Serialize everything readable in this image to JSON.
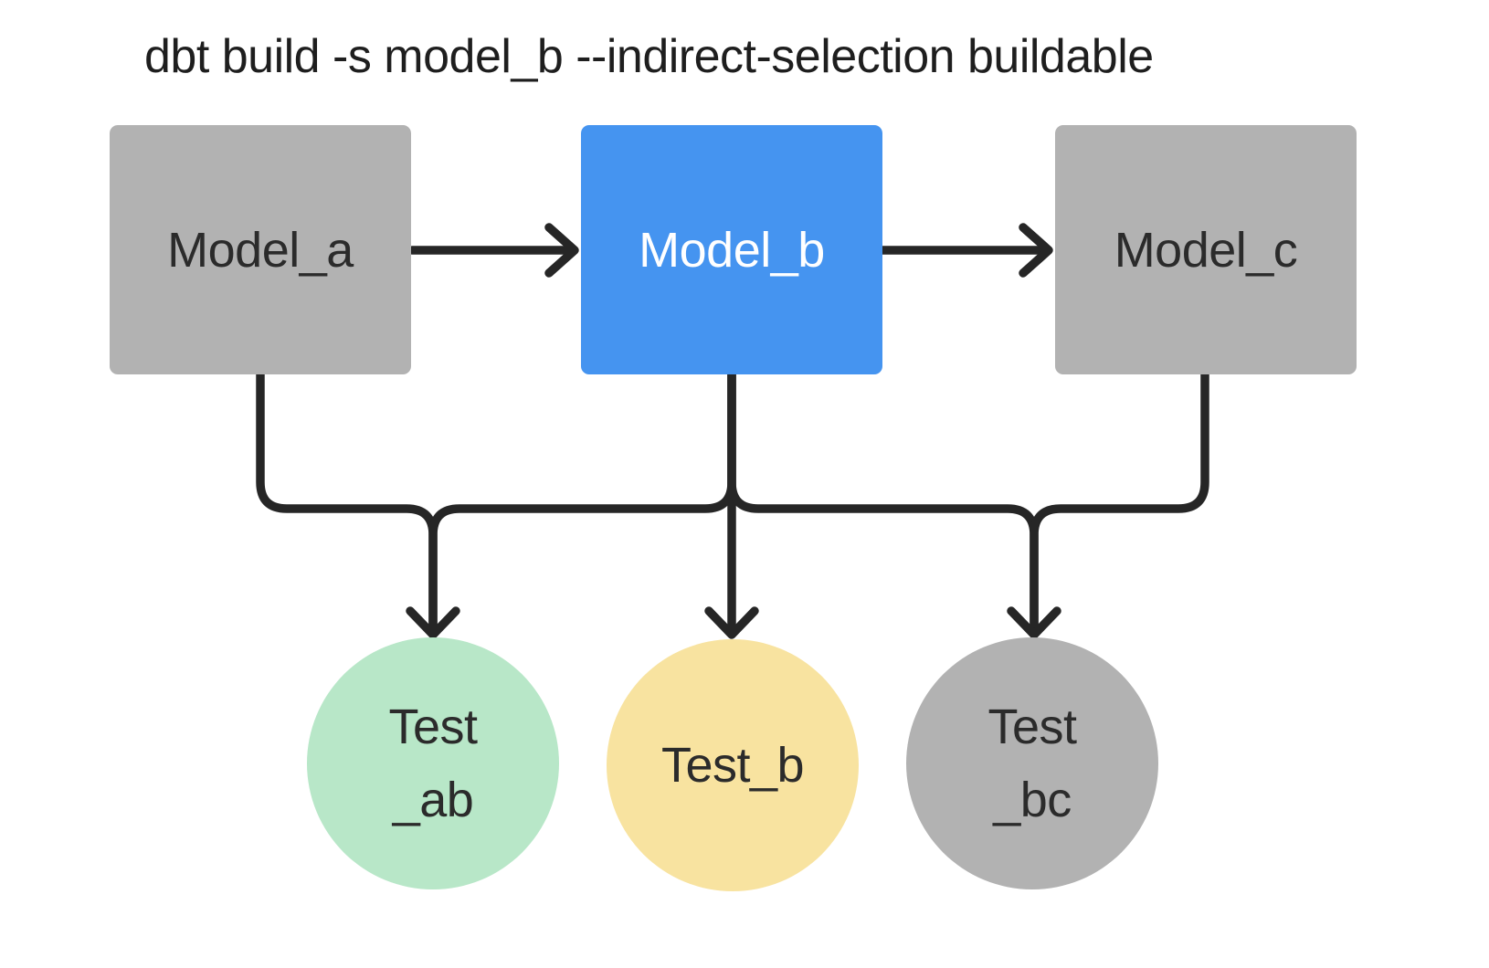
{
  "title": "dbt build -s model_b --indirect-selection buildable",
  "colors": {
    "background": "#ffffff",
    "line": "#262626",
    "gray_node": "#b2b2b2",
    "selected_blue": "#4594f0",
    "green_test": "#b8e7c8",
    "yellow_test": "#f8e3a0",
    "dark_text": "#2b2b2b",
    "light_text": "#ffffff"
  },
  "nodes": {
    "model_a": {
      "label": "Model_a",
      "shape": "rect",
      "fill": "#b2b2b2",
      "text_color": "#2b2b2b"
    },
    "model_b": {
      "label": "Model_b",
      "shape": "rect",
      "fill": "#4594f0",
      "text_color": "#ffffff"
    },
    "model_c": {
      "label": "Model_c",
      "shape": "rect",
      "fill": "#b2b2b2",
      "text_color": "#2b2b2b"
    },
    "test_ab": {
      "lines": [
        "Test",
        "_ab"
      ],
      "shape": "circle",
      "fill": "#b8e7c8",
      "text_color": "#2b2b2b"
    },
    "test_b": {
      "lines": [
        "Test_b"
      ],
      "shape": "circle",
      "fill": "#f8e3a0",
      "text_color": "#2b2b2b"
    },
    "test_bc": {
      "lines": [
        "Test",
        "_bc"
      ],
      "shape": "circle",
      "fill": "#b2b2b2",
      "text_color": "#2b2b2b"
    }
  },
  "edges": [
    "model_a -> model_b",
    "model_b -> model_c",
    "model_a -> test_ab",
    "model_b -> test_ab",
    "model_b -> test_b",
    "model_b -> test_bc",
    "model_c -> test_bc"
  ]
}
